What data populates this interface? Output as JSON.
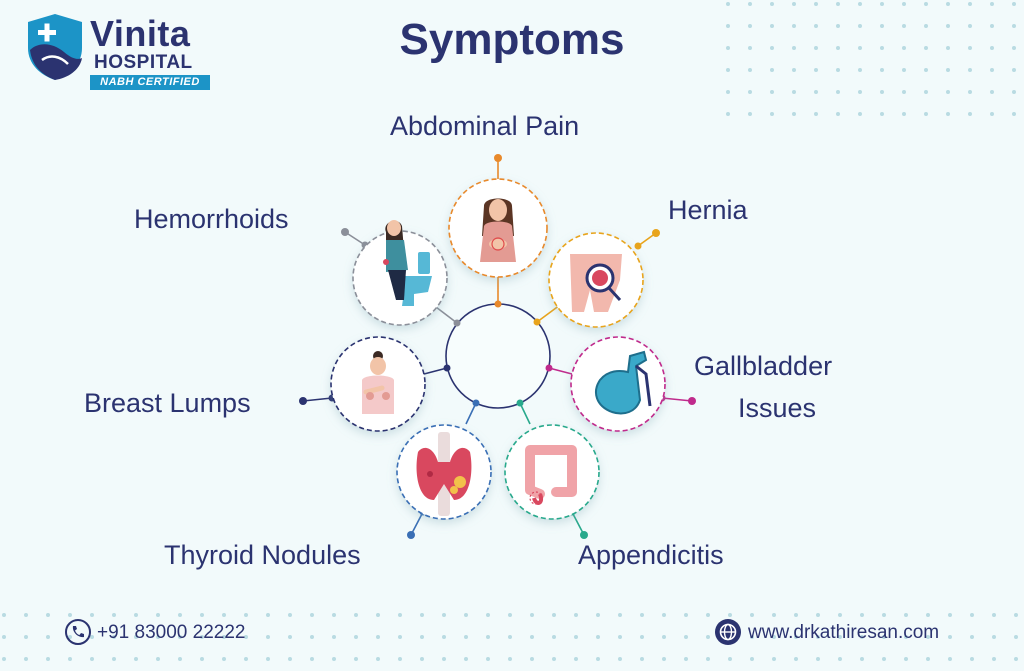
{
  "logo": {
    "name": "Vinita",
    "subtitle": "HOSPITAL",
    "badge": "NABH CERTIFIED"
  },
  "title": "Symptoms",
  "symptoms": {
    "abdominal_pain": "Abdominal Pain",
    "hernia": "Hernia",
    "hemorrhoids": "Hemorrhoids",
    "gallbladder_line1": "Gallbladder",
    "gallbladder_line2": "Issues",
    "breast_lumps": "Breast Lumps",
    "thyroid_nodules": "Thyroid Nodules",
    "appendicitis": "Appendicitis"
  },
  "footer": {
    "phone": "+91 83000 22222",
    "website": "www.drkathiresan.com"
  },
  "colors": {
    "navy": "#2b3370",
    "orange": "#e8892b",
    "gold": "#e8a41c",
    "gray": "#8b8f99",
    "magenta": "#c02a8c",
    "blue": "#3a6fb5",
    "teal": "#28a98c",
    "cyan": "#1c94c7"
  }
}
